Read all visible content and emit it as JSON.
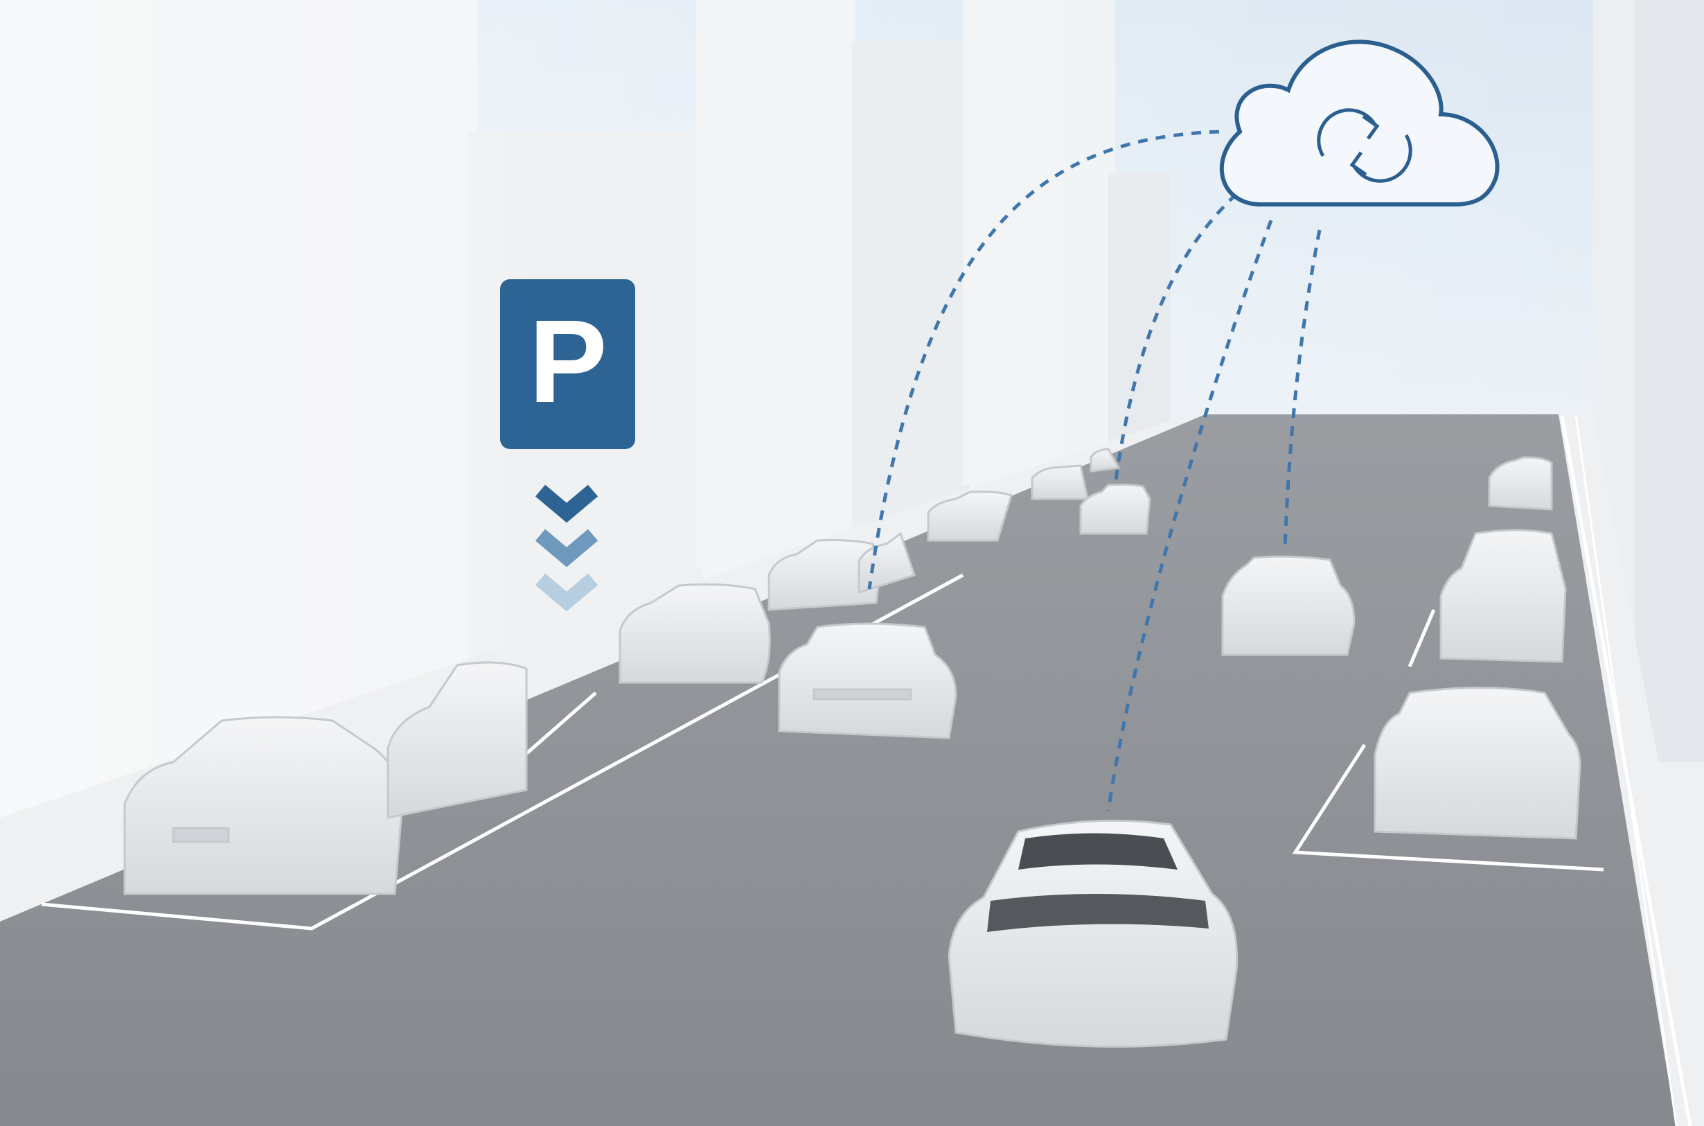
{
  "parking_sign": {
    "letter": "P",
    "icon": "parking-sign-icon",
    "color": "#2d6494"
  },
  "guidance_arrows": {
    "icon": "chevron-down-icon",
    "count": 3,
    "colors": [
      "#2d6494",
      "#6f98bd",
      "#b7cde0"
    ]
  },
  "cloud": {
    "icon": "cloud-sync-icon",
    "stroke_color": "#2b5f8f"
  },
  "connections": {
    "style": "dashed",
    "color": "#3f77ad",
    "count": 4,
    "targets": [
      "parked-car-row",
      "far-lane-car",
      "oncoming-lane-car",
      "ego-car"
    ]
  },
  "palette": {
    "road": "#8e9196",
    "sidewalk": "#eef0f2",
    "sky": "#e3edf6",
    "building": "#f0f2f4",
    "car": "#e8eaec"
  }
}
